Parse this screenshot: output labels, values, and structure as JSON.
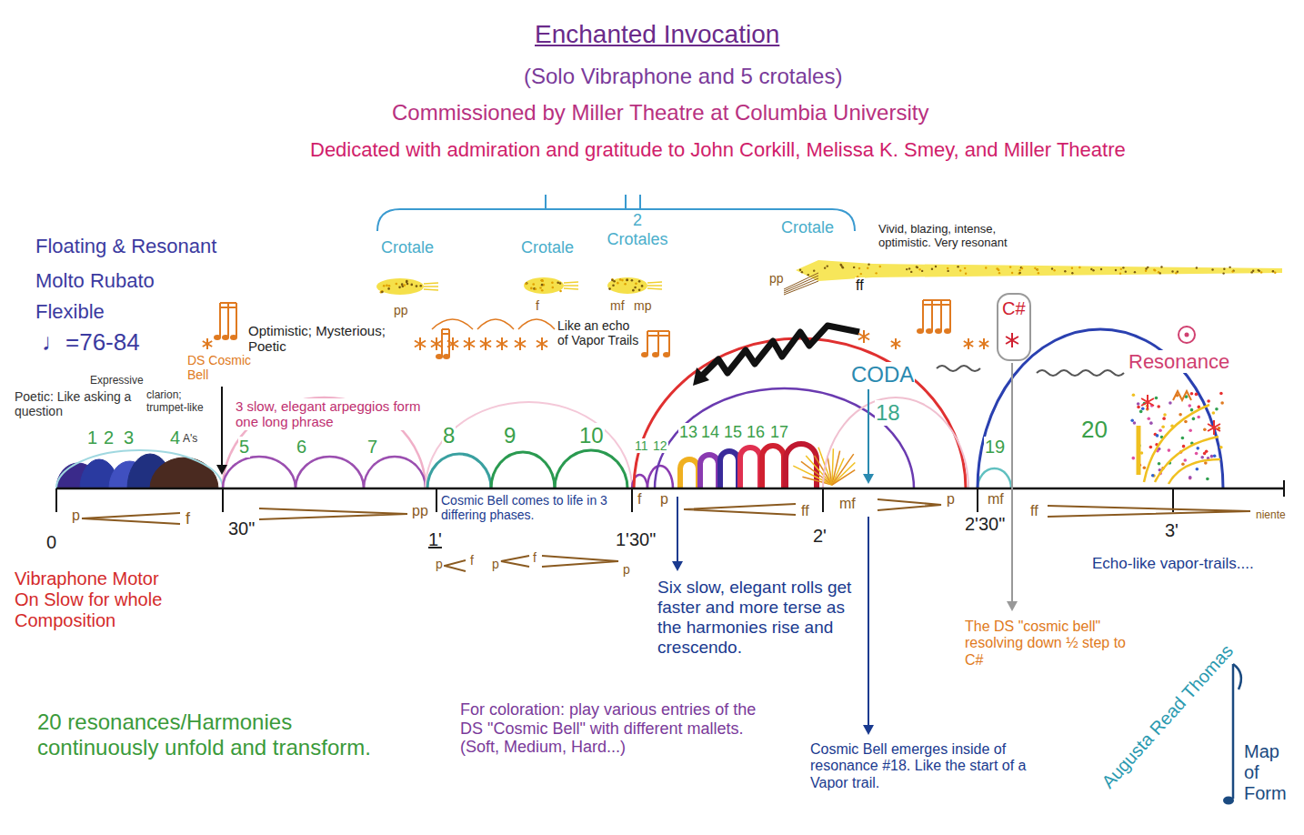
{
  "diagram": {
    "title": "Enchanted Invocation",
    "nodes": [
      {
        "text": [
          "C#"
        ]
      }
    ],
    "labels": [
      "(Solo Vibraphone and 5 crotales)",
      "Commissioned by Miller Theatre at Columbia University",
      "Dedicated with admiration and gratitude to John Corkill, Melissa K. Smey, and Miller Theatre",
      "Crotale",
      "Crotale",
      "2 Crotales",
      "Crotale",
      "Floating & Resonant",
      "Molto Rubato",
      "Flexible",
      "♩=76-84",
      "pp",
      "f",
      "mf",
      "mp",
      "pp",
      "ff",
      "Vivid, blazing, intense, optimistic. Very resonant",
      "Optimistic; Mysterious; Poetic",
      "Like an echo of Vapor Trails",
      "DS Cosmic Bell",
      "CODA",
      "Resonance",
      "Expressive",
      "Poetic: Like asking a question",
      "clarion; trumpet-like",
      "3 slow, elegant arpeggios form one long phrase",
      "18",
      "20",
      "8",
      "9",
      "10",
      "13",
      "14",
      "15",
      "16",
      "17",
      "1",
      "2",
      "3",
      "4",
      "A's",
      "5",
      "6",
      "7",
      "11",
      "12",
      "19",
      "f",
      "p",
      "Cosmic Bell comes to life in 3 differing phases.",
      "mf",
      "p",
      "mf",
      "p",
      "ff",
      "pp",
      "ff",
      "f",
      "0",
      "30\"",
      "1'",
      "1'30\"",
      "2'",
      "2'30\"",
      "3'",
      "niente",
      "p",
      "f",
      "p",
      "f",
      "p",
      "Echo-like vapor-trails....",
      "Vibraphone Motor On Slow for whole Composition",
      "Six slow, elegant rolls get faster and more terse as the harmonies rise and crescendo.",
      "The DS \"cosmic bell\" resolving down ½ step to C#",
      "20 resonances/Harmonies continuously unfold and transform.",
      "For coloration: play various entries of the DS \"Cosmic Bell\" with different mallets. (Soft, Medium, Hard...)",
      "Cosmic Bell emerges inside of resonance #18. Like the start of a Vapor trail.",
      "Augusta Read Thomas",
      "Map of Form"
    ]
  }
}
